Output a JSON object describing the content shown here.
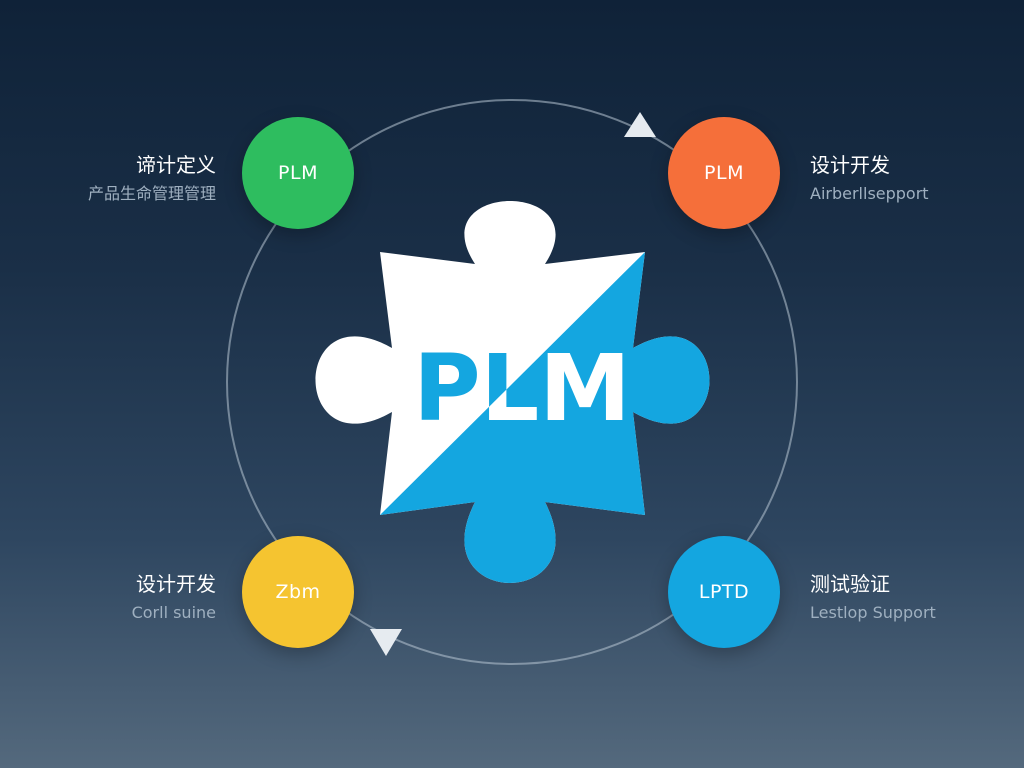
{
  "center": {
    "title": "PLM"
  },
  "nodes": {
    "top_left": {
      "label": "PLM",
      "title": "谛计定义",
      "subtitle": "产品生命管理管理",
      "color": "#2ebd5f"
    },
    "top_right": {
      "label": "PLM",
      "title": "设计开发",
      "subtitle": "Airberllsepport",
      "color": "#f56f3a"
    },
    "bottom_left": {
      "label": "Zbm",
      "title": "设计开发",
      "subtitle": "Corll suine",
      "color": "#f5c430"
    },
    "bottom_right": {
      "label": "LPTD",
      "title": "测试验证",
      "subtitle": "Lestlop Support",
      "color": "#14a6e0"
    }
  },
  "colors": {
    "background_top": "#0f2238",
    "background_bottom": "#54697d",
    "puzzle_white": "#ffffff",
    "puzzle_blue": "#14a6e0",
    "ring": "#b8c6d4"
  },
  "icons": {
    "cycle_arrows": "triangle-arrow-icon"
  }
}
